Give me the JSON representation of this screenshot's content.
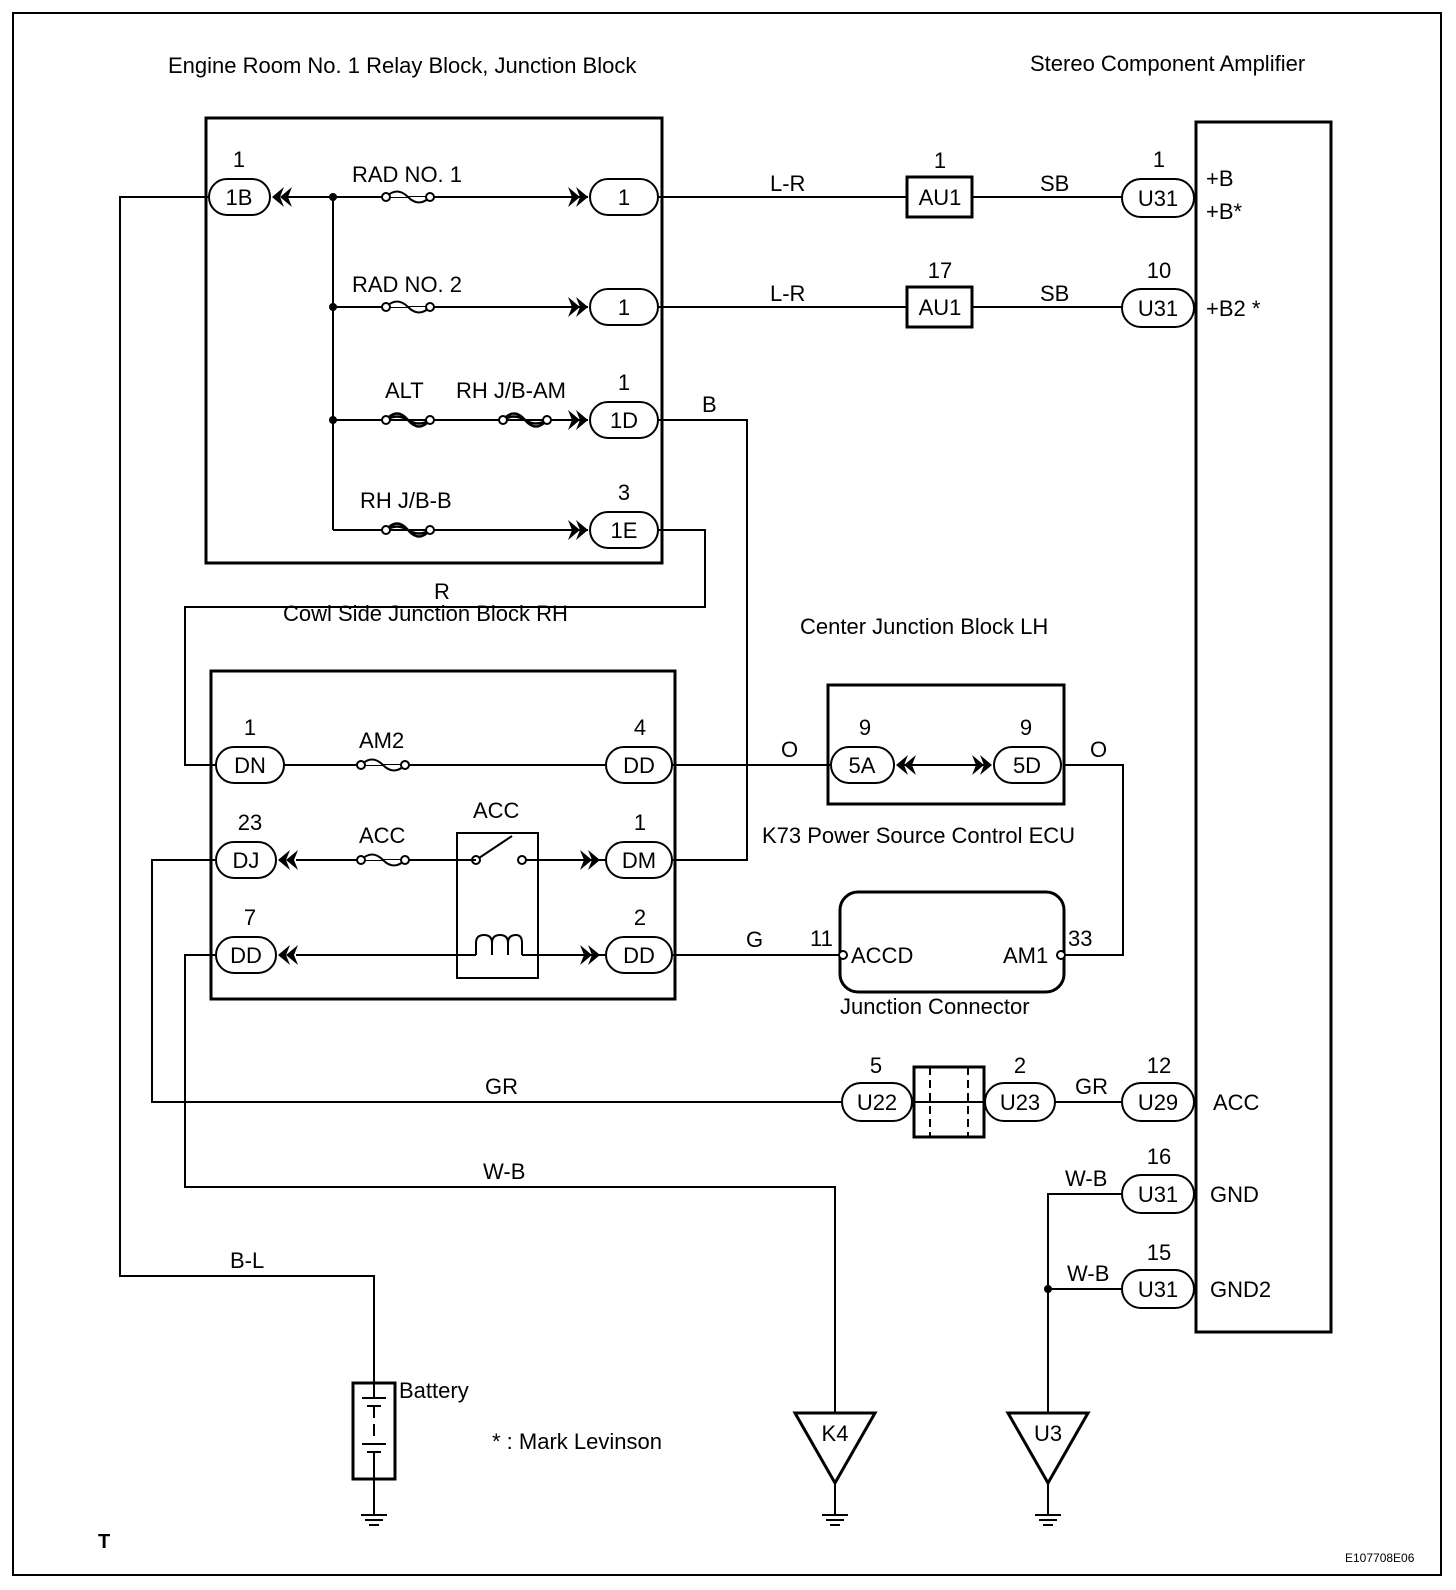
{
  "titles": {
    "engine_room": "Engine Room No. 1 Relay Block, Junction Block",
    "amplifier": "Stereo Component Amplifier",
    "cowl_side": "Cowl Side Junction Block RH",
    "center_jb": "Center Junction Block LH",
    "ecu": "K73  Power Source Control ECU",
    "junction_connector": "Junction Connector",
    "battery": "Battery",
    "footnote": "* : Mark Levinson",
    "corner_mark": "T",
    "figure_code": "E107708E06"
  },
  "fuses": {
    "rad1": "RAD NO. 1",
    "rad2": "RAD NO. 2",
    "alt": "ALT",
    "rhjb_am": "RH J/B-AM",
    "rhjb_b": "RH J/B-B",
    "am2": "AM2",
    "acc": "ACC",
    "acc_relay": "ACC"
  },
  "wires": {
    "lr1": "L-R",
    "lr2": "L-R",
    "sb1": "SB",
    "sb2": "SB",
    "b": "B",
    "r": "R",
    "o1": "O",
    "o2": "O",
    "g": "G",
    "gr1": "GR",
    "gr2": "GR",
    "wb1": "W-B",
    "wb2": "W-B",
    "wb3": "W-B",
    "bl": "B-L"
  },
  "connectors": {
    "c1b": {
      "label": "1B",
      "pin": "1"
    },
    "c1a": {
      "label": "1",
      "pin": ""
    },
    "c1c": {
      "label": "1",
      "pin": ""
    },
    "c1d": {
      "label": "1D",
      "pin": "1"
    },
    "c1e": {
      "label": "1E",
      "pin": "3"
    },
    "au1a": {
      "label": "AU1",
      "pin": "1"
    },
    "au1b": {
      "label": "AU1",
      "pin": "17"
    },
    "u31a": {
      "label": "U31",
      "pin": "1"
    },
    "u31b": {
      "label": "U31",
      "pin": "10"
    },
    "dn": {
      "label": "DN",
      "pin": "1"
    },
    "dd4": {
      "label": "DD",
      "pin": "4"
    },
    "dj": {
      "label": "DJ",
      "pin": "23"
    },
    "dm": {
      "label": "DM",
      "pin": "1"
    },
    "dd7": {
      "label": "DD",
      "pin": "7"
    },
    "dd2": {
      "label": "DD",
      "pin": "2"
    },
    "c5a": {
      "label": "5A",
      "pin": "9"
    },
    "c5d": {
      "label": "5D",
      "pin": "9"
    },
    "u22": {
      "label": "U22",
      "pin": "5"
    },
    "u23": {
      "label": "U23",
      "pin": "2"
    },
    "u29": {
      "label": "U29",
      "pin": "12"
    },
    "u31c": {
      "label": "U31",
      "pin": "16"
    },
    "u31d": {
      "label": "U31",
      "pin": "15"
    }
  },
  "ecu_terminals": {
    "accd": "ACCD",
    "accd_pin": "11",
    "am1": "AM1",
    "am1_pin": "33"
  },
  "amp_terminals": {
    "b": "+B",
    "bstar": "+B*",
    "b2": "+B2 *",
    "acc": "ACC",
    "gnd": "GND",
    "gnd2": "GND2"
  },
  "grounds": {
    "k4": "K4",
    "u3": "U3"
  }
}
